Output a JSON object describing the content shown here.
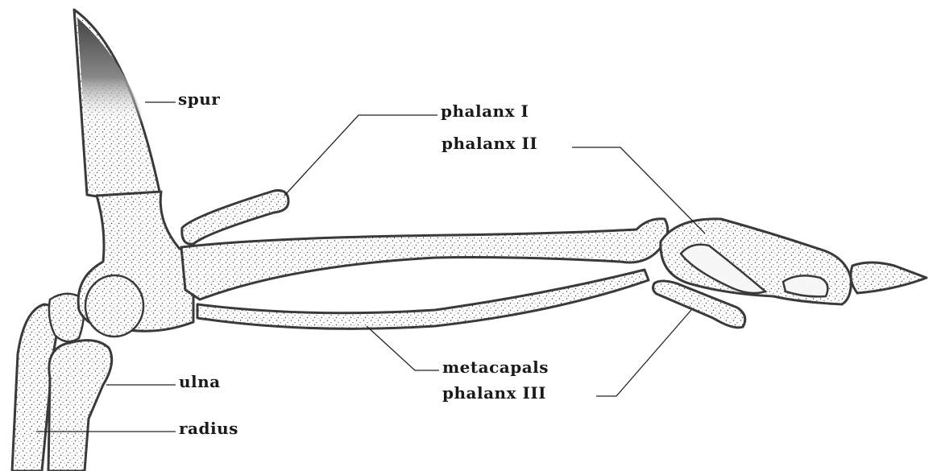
{
  "labels": {
    "spur": "spur",
    "phalanx_1": "phalanx I",
    "phalanx_2": "phalanx II",
    "metacarpals": "metacapals",
    "phalanx_3": "phalanx III",
    "ulna": "ulna",
    "radius": "radius"
  },
  "colors": {
    "ink": "#1a1a1a",
    "bone_outline": "#3a3a3a",
    "spur_tip": "#555555"
  }
}
